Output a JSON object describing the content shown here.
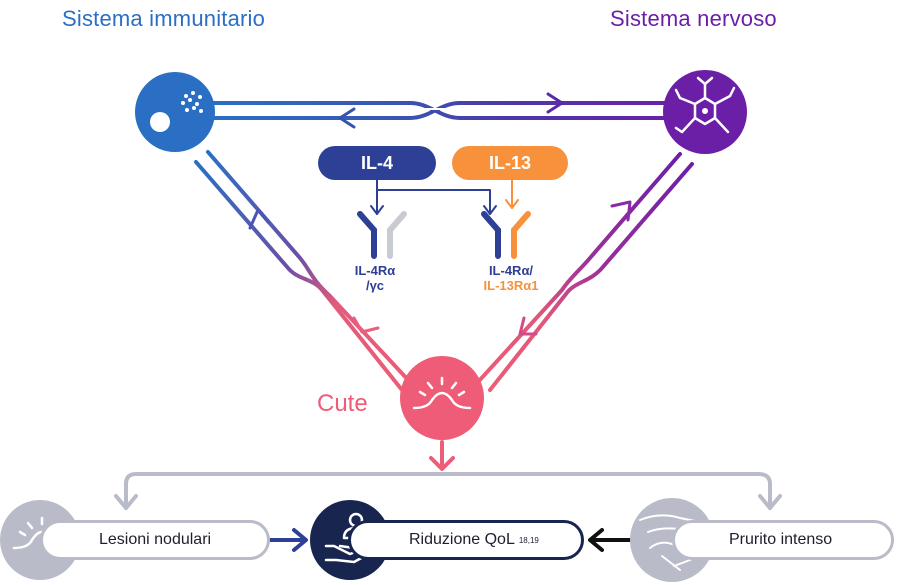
{
  "titles": {
    "immune": "Sistema immunitario",
    "nervous": "Sistema nervoso"
  },
  "cute_label": "Cute",
  "cytokines": {
    "il4": "IL-4",
    "il13": "IL-13"
  },
  "receptors": {
    "r1_line1": "IL-4Rα",
    "r1_line2": "/γc",
    "r2_line1": "IL-4Rα/",
    "r2_line2": "IL-13Rα1"
  },
  "outcomes": {
    "lesioni": "Lesioni nodulari",
    "qol": "Riduzione QoL",
    "qol_ref": "18,19",
    "prurito": "Prurito intenso"
  },
  "colors": {
    "immune": "#2a6fc4",
    "nerve": "#6b1fa6",
    "skin": "#ee5c77",
    "il4": "#2e3f96",
    "il13": "#f7913c",
    "grey": "#b9bcc8",
    "dark": "#17254f"
  },
  "icons": {
    "immune_node": "immune-cell-icon",
    "nerve_node": "neuron-icon",
    "skin_node": "skin-bump-icon",
    "lesion": "skin-bump-icon",
    "qol": "hand-person-icon",
    "itch": "scratching-hand-icon"
  }
}
